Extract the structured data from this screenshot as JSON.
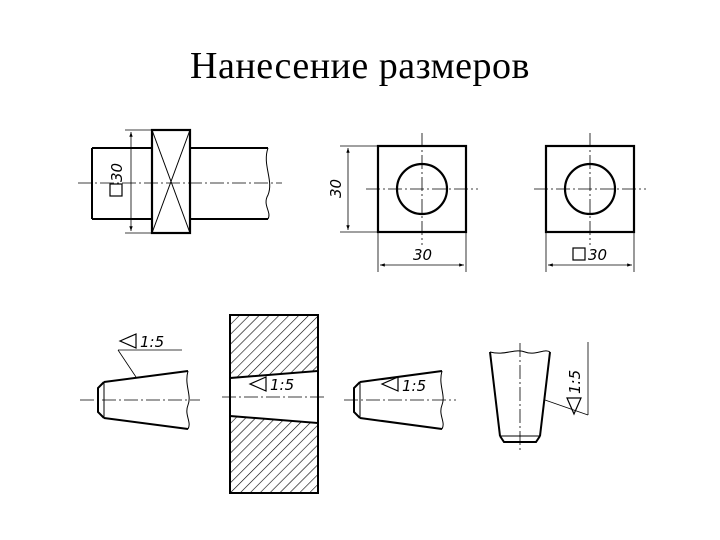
{
  "title": "Нанесение размеров",
  "labels": {
    "square_30": "30",
    "dim_30": "30",
    "taper": "1:5"
  },
  "icons": [
    "square-symbol-icon",
    "taper-symbol-icon"
  ],
  "colors": {
    "line": "#000000",
    "background": "#ffffff"
  }
}
